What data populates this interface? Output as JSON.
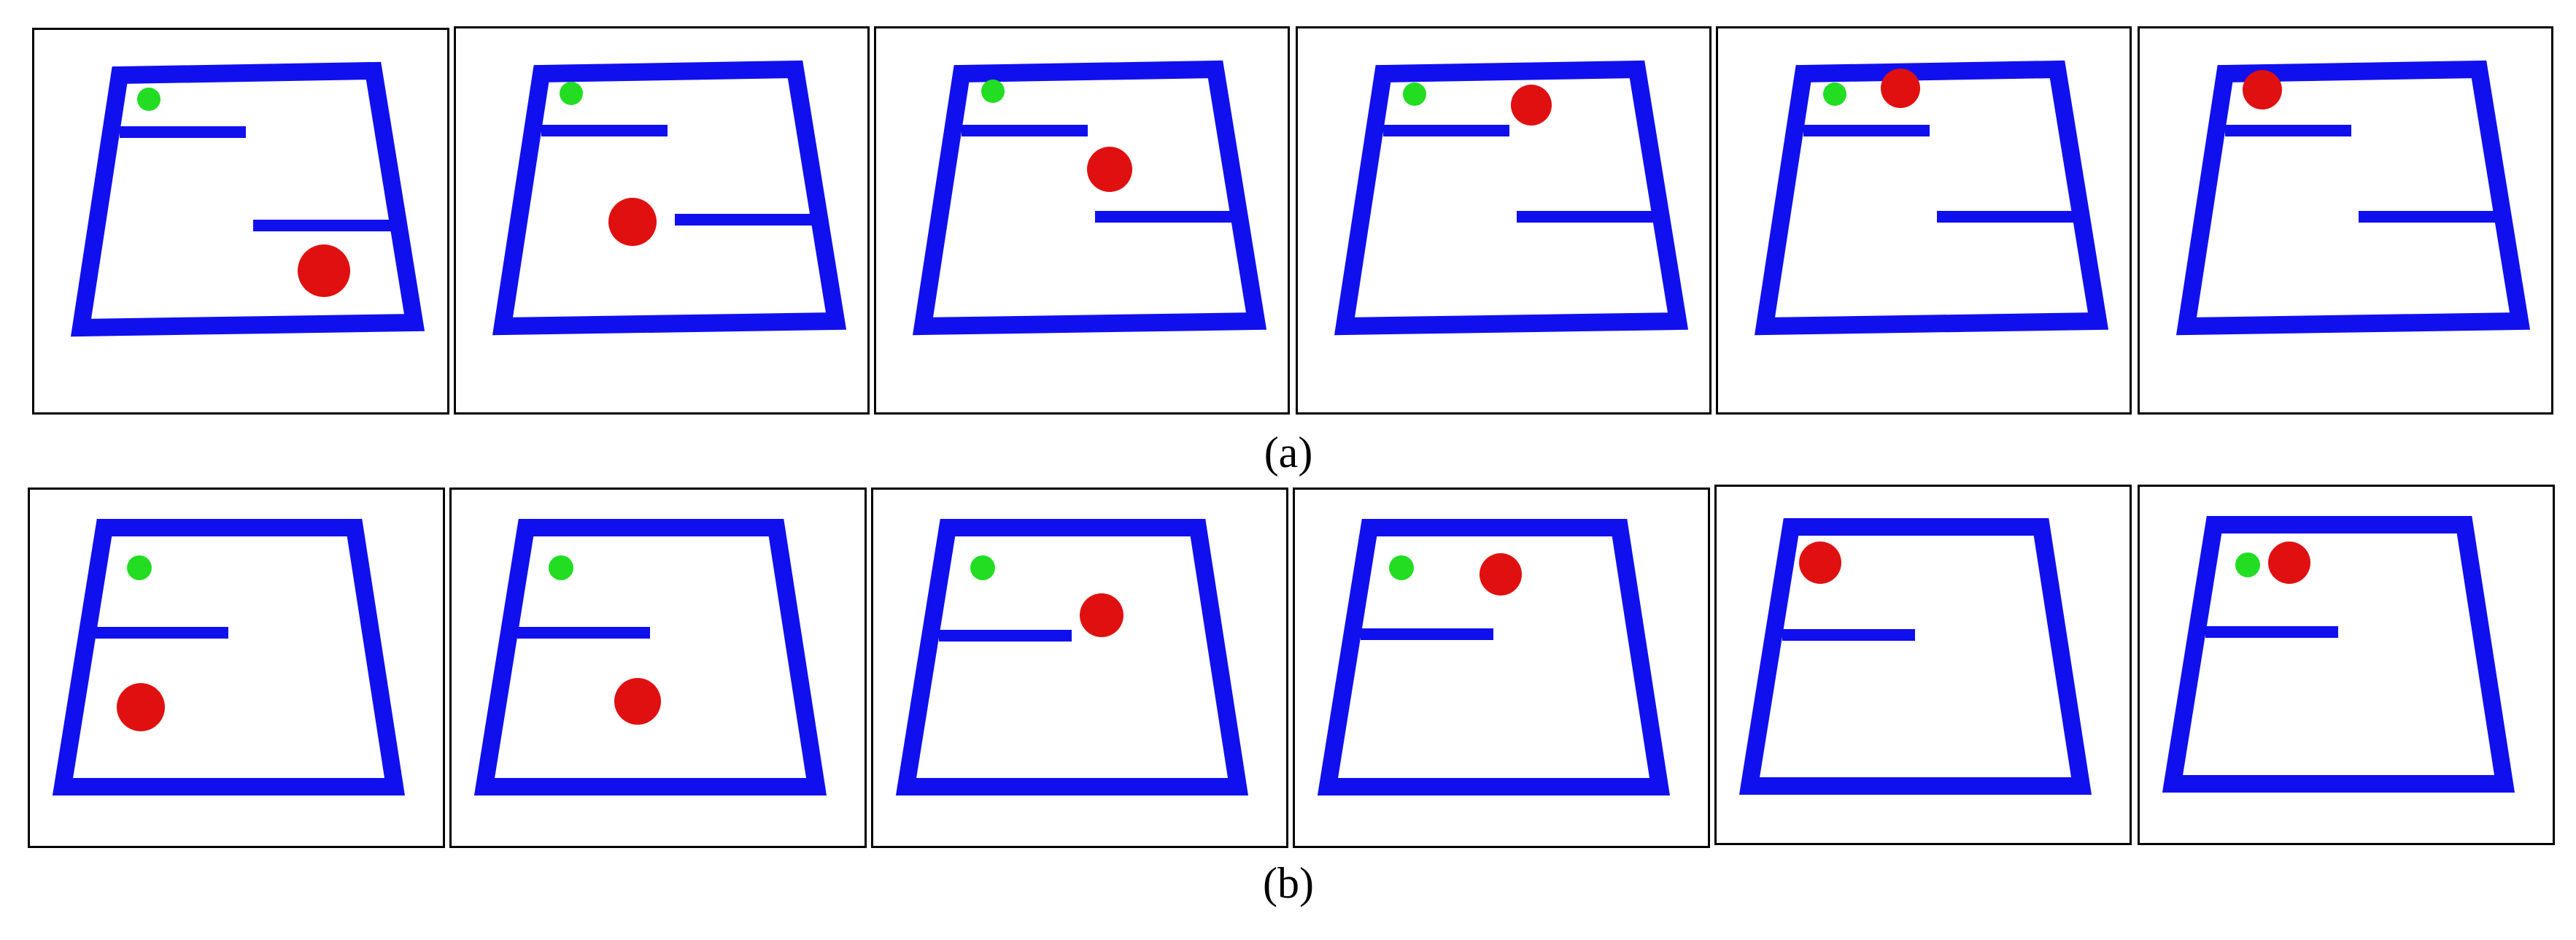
{
  "figure": {
    "rows": [
      {
        "caption": "(a)",
        "maze": "two-walls",
        "panels": [
          {
            "agent": "red-sphere",
            "goal_visible": true
          },
          {
            "agent": "red-sphere",
            "goal_visible": true
          },
          {
            "agent": "red-sphere",
            "goal_visible": true
          },
          {
            "agent": "red-sphere",
            "goal_visible": true
          },
          {
            "agent": "red-sphere",
            "goal_visible": true
          },
          {
            "agent": "red-sphere",
            "goal_visible": false
          }
        ]
      },
      {
        "caption": "(b)",
        "maze": "one-wall",
        "panels": [
          {
            "agent": "red-sphere",
            "goal_visible": true
          },
          {
            "agent": "red-sphere",
            "goal_visible": true
          },
          {
            "agent": "red-sphere",
            "goal_visible": true
          },
          {
            "agent": "red-sphere",
            "goal_visible": true
          },
          {
            "agent": "red-sphere",
            "goal_visible": false
          },
          {
            "agent": "red-sphere",
            "goal_visible": true
          }
        ]
      }
    ],
    "colors": {
      "wall": "#1010ee",
      "agent": "#e01010",
      "goal": "#22dd22",
      "panel_border": "#000000",
      "background": "#ffffff"
    }
  }
}
